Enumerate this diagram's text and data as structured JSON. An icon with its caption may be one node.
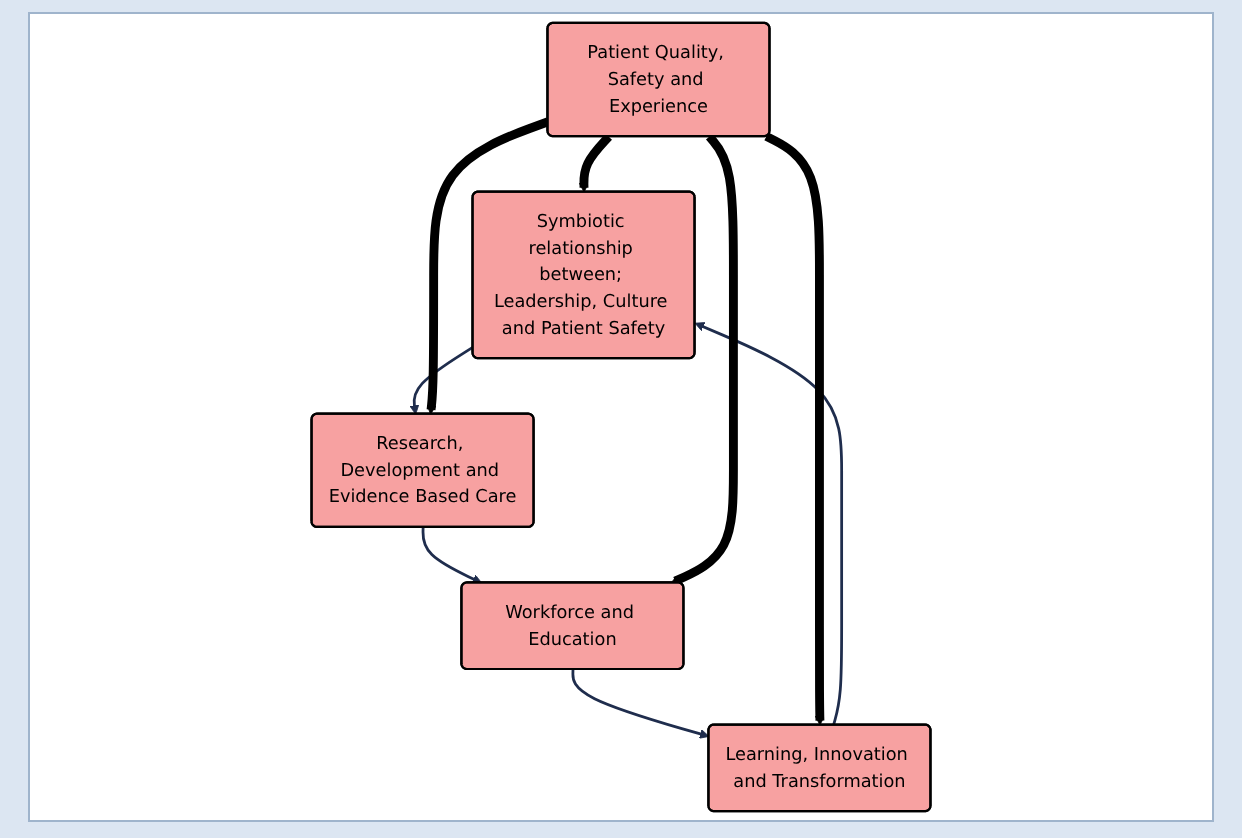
{
  "diagram": {
    "nodes": [
      {
        "text": [
          "Symbiotic relationship between; Leadership, Culture and Patient Safety"
        ]
      },
      {
        "text": [
          "Research, Development and Evidence Based Care"
        ]
      },
      {
        "text": [
          "Patient Quality, Safety and Experience"
        ]
      },
      {
        "text": [
          "Learning, Innovation and Transformation"
        ]
      },
      {
        "text": [
          "Workforce and Education"
        ]
      }
    ],
    "edges": [
      {
        "from": 0,
        "to": 1,
        "arrow": "to"
      },
      {
        "from": 1,
        "to": 4,
        "arrow": "to"
      },
      {
        "from": 4,
        "to": 3,
        "arrow": "to"
      },
      {
        "from": 3,
        "to": 0,
        "arrow": "to"
      },
      {
        "from": 2,
        "to": 0,
        "arrow": "to",
        "style": "thick",
        "color": "#000000"
      },
      {
        "from": 2,
        "to": 1,
        "arrow": "to",
        "style": "thick",
        "color": "#000000"
      },
      {
        "from": 2,
        "to": 3,
        "arrow": "to",
        "style": "thick",
        "color": "#000000"
      },
      {
        "from": 2,
        "to": 4,
        "arrow": "to",
        "style": "thick",
        "color": "#000000"
      }
    ]
  }
}
